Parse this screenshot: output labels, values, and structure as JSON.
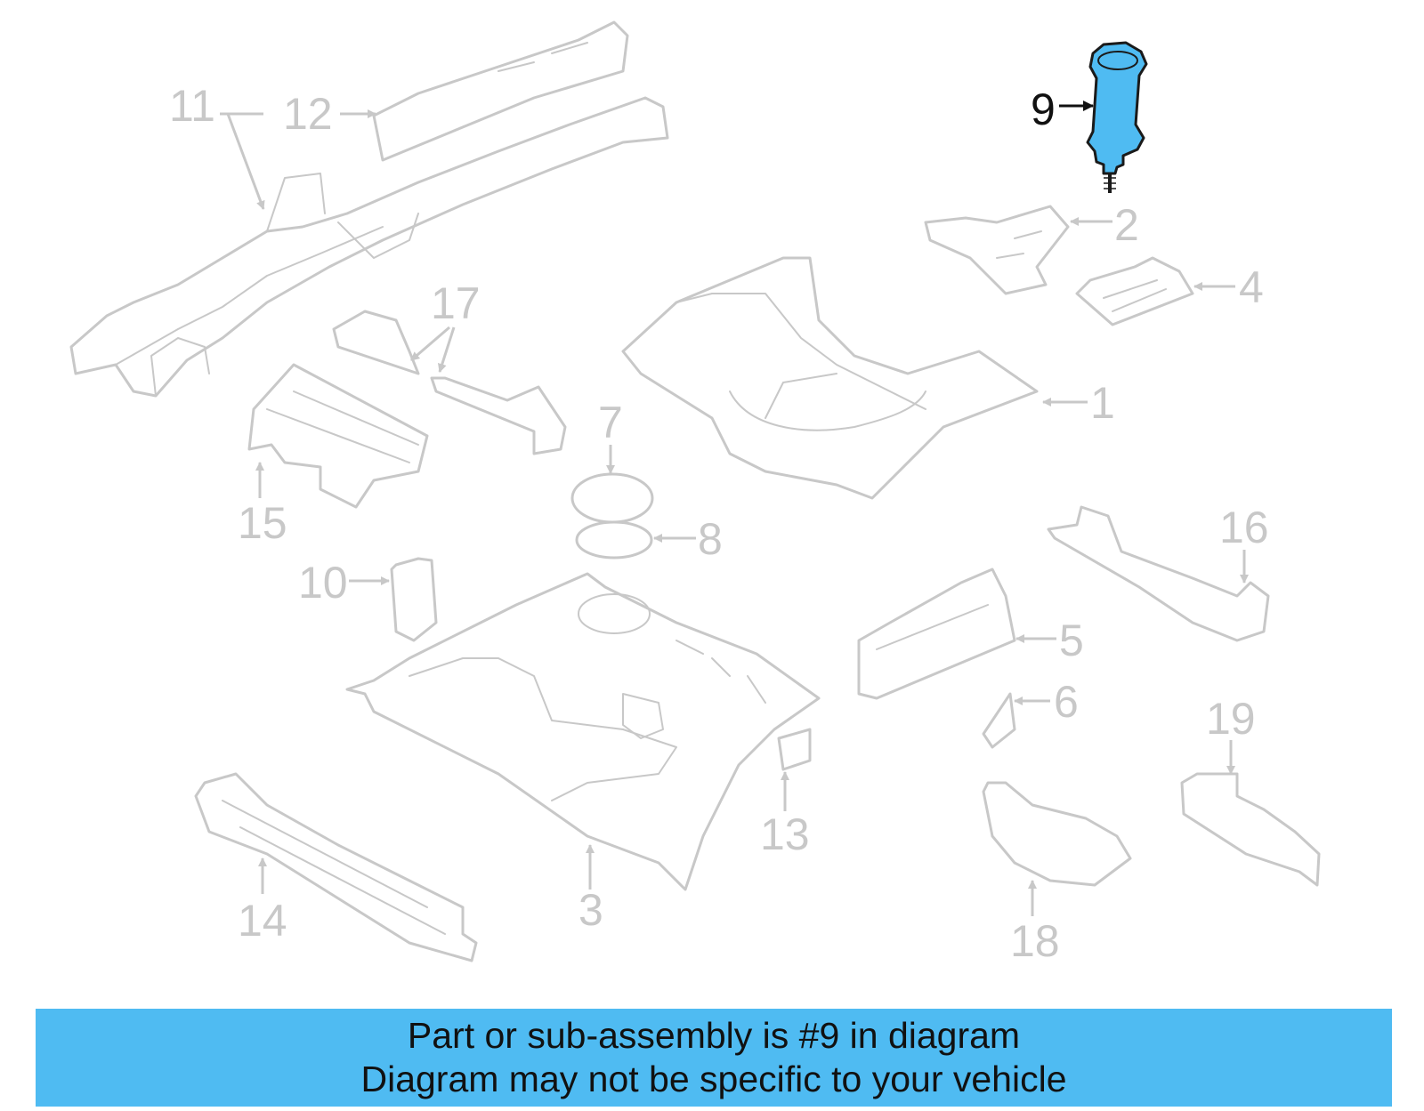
{
  "callouts": {
    "c1": "1",
    "c2": "2",
    "c3": "3",
    "c4": "4",
    "c5": "5",
    "c6": "6",
    "c7": "7",
    "c8": "8",
    "c9": "9",
    "c10": "10",
    "c11": "11",
    "c12": "12",
    "c13": "13",
    "c14": "14",
    "c15": "15",
    "c16": "16",
    "c17": "17",
    "c18": "18",
    "c19": "19"
  },
  "highlighted_part": "9",
  "colors": {
    "highlight": "#4fbbf2",
    "outline": "#c8c8c8",
    "active_text": "#111111"
  },
  "banner": {
    "line1": "Part or sub-assembly is #9 in diagram",
    "line2": "Diagram may not be specific to your vehicle"
  }
}
